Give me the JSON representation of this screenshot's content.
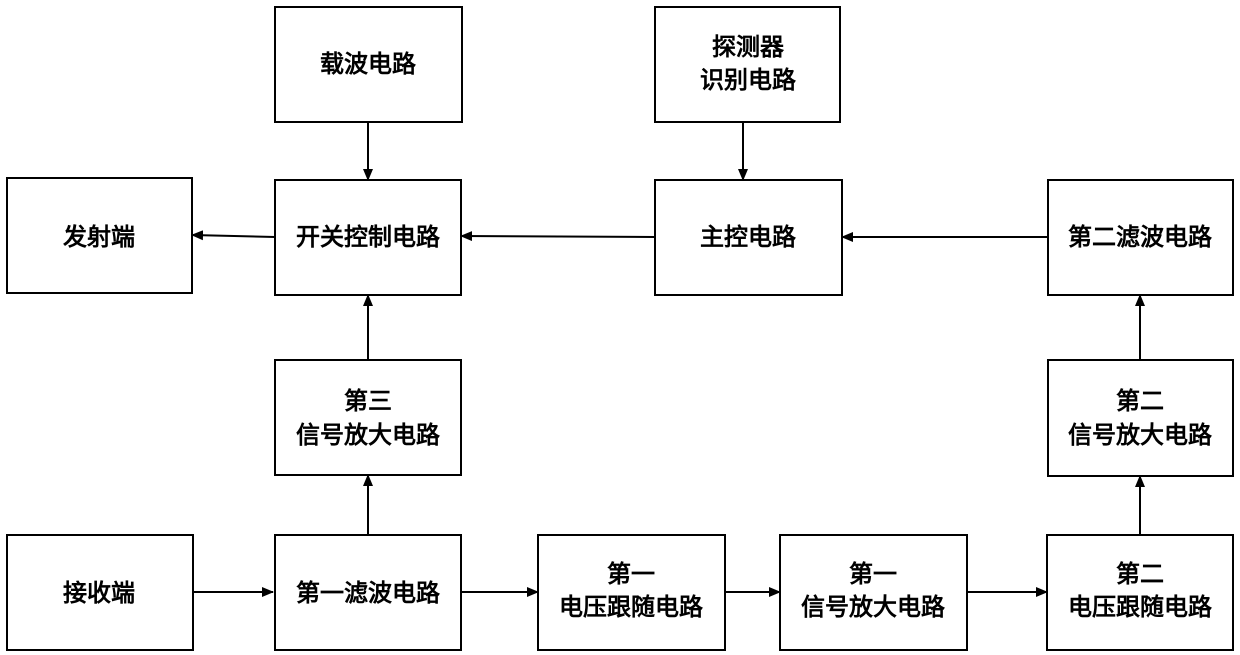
{
  "blocks": {
    "carrier": {
      "lines": [
        "载波电路"
      ]
    },
    "detector": {
      "lines": [
        "探测器",
        "识别电路"
      ]
    },
    "transmitter": {
      "lines": [
        "发射端"
      ]
    },
    "switch_control": {
      "lines": [
        "开关控制电路"
      ]
    },
    "main_control": {
      "lines": [
        "主控电路"
      ]
    },
    "second_filter": {
      "lines": [
        "第二滤波电路"
      ]
    },
    "third_amp": {
      "lines": [
        "第三",
        "信号放大电路"
      ]
    },
    "second_amp": {
      "lines": [
        "第二",
        "信号放大电路"
      ]
    },
    "receiver": {
      "lines": [
        "接收端"
      ]
    },
    "first_filter": {
      "lines": [
        "第一滤波电路"
      ]
    },
    "first_follower": {
      "lines": [
        "第一",
        "电压跟随电路"
      ]
    },
    "first_amp": {
      "lines": [
        "第一",
        "信号放大电路"
      ]
    },
    "second_follower": {
      "lines": [
        "第二",
        "电压跟随电路"
      ]
    }
  }
}
